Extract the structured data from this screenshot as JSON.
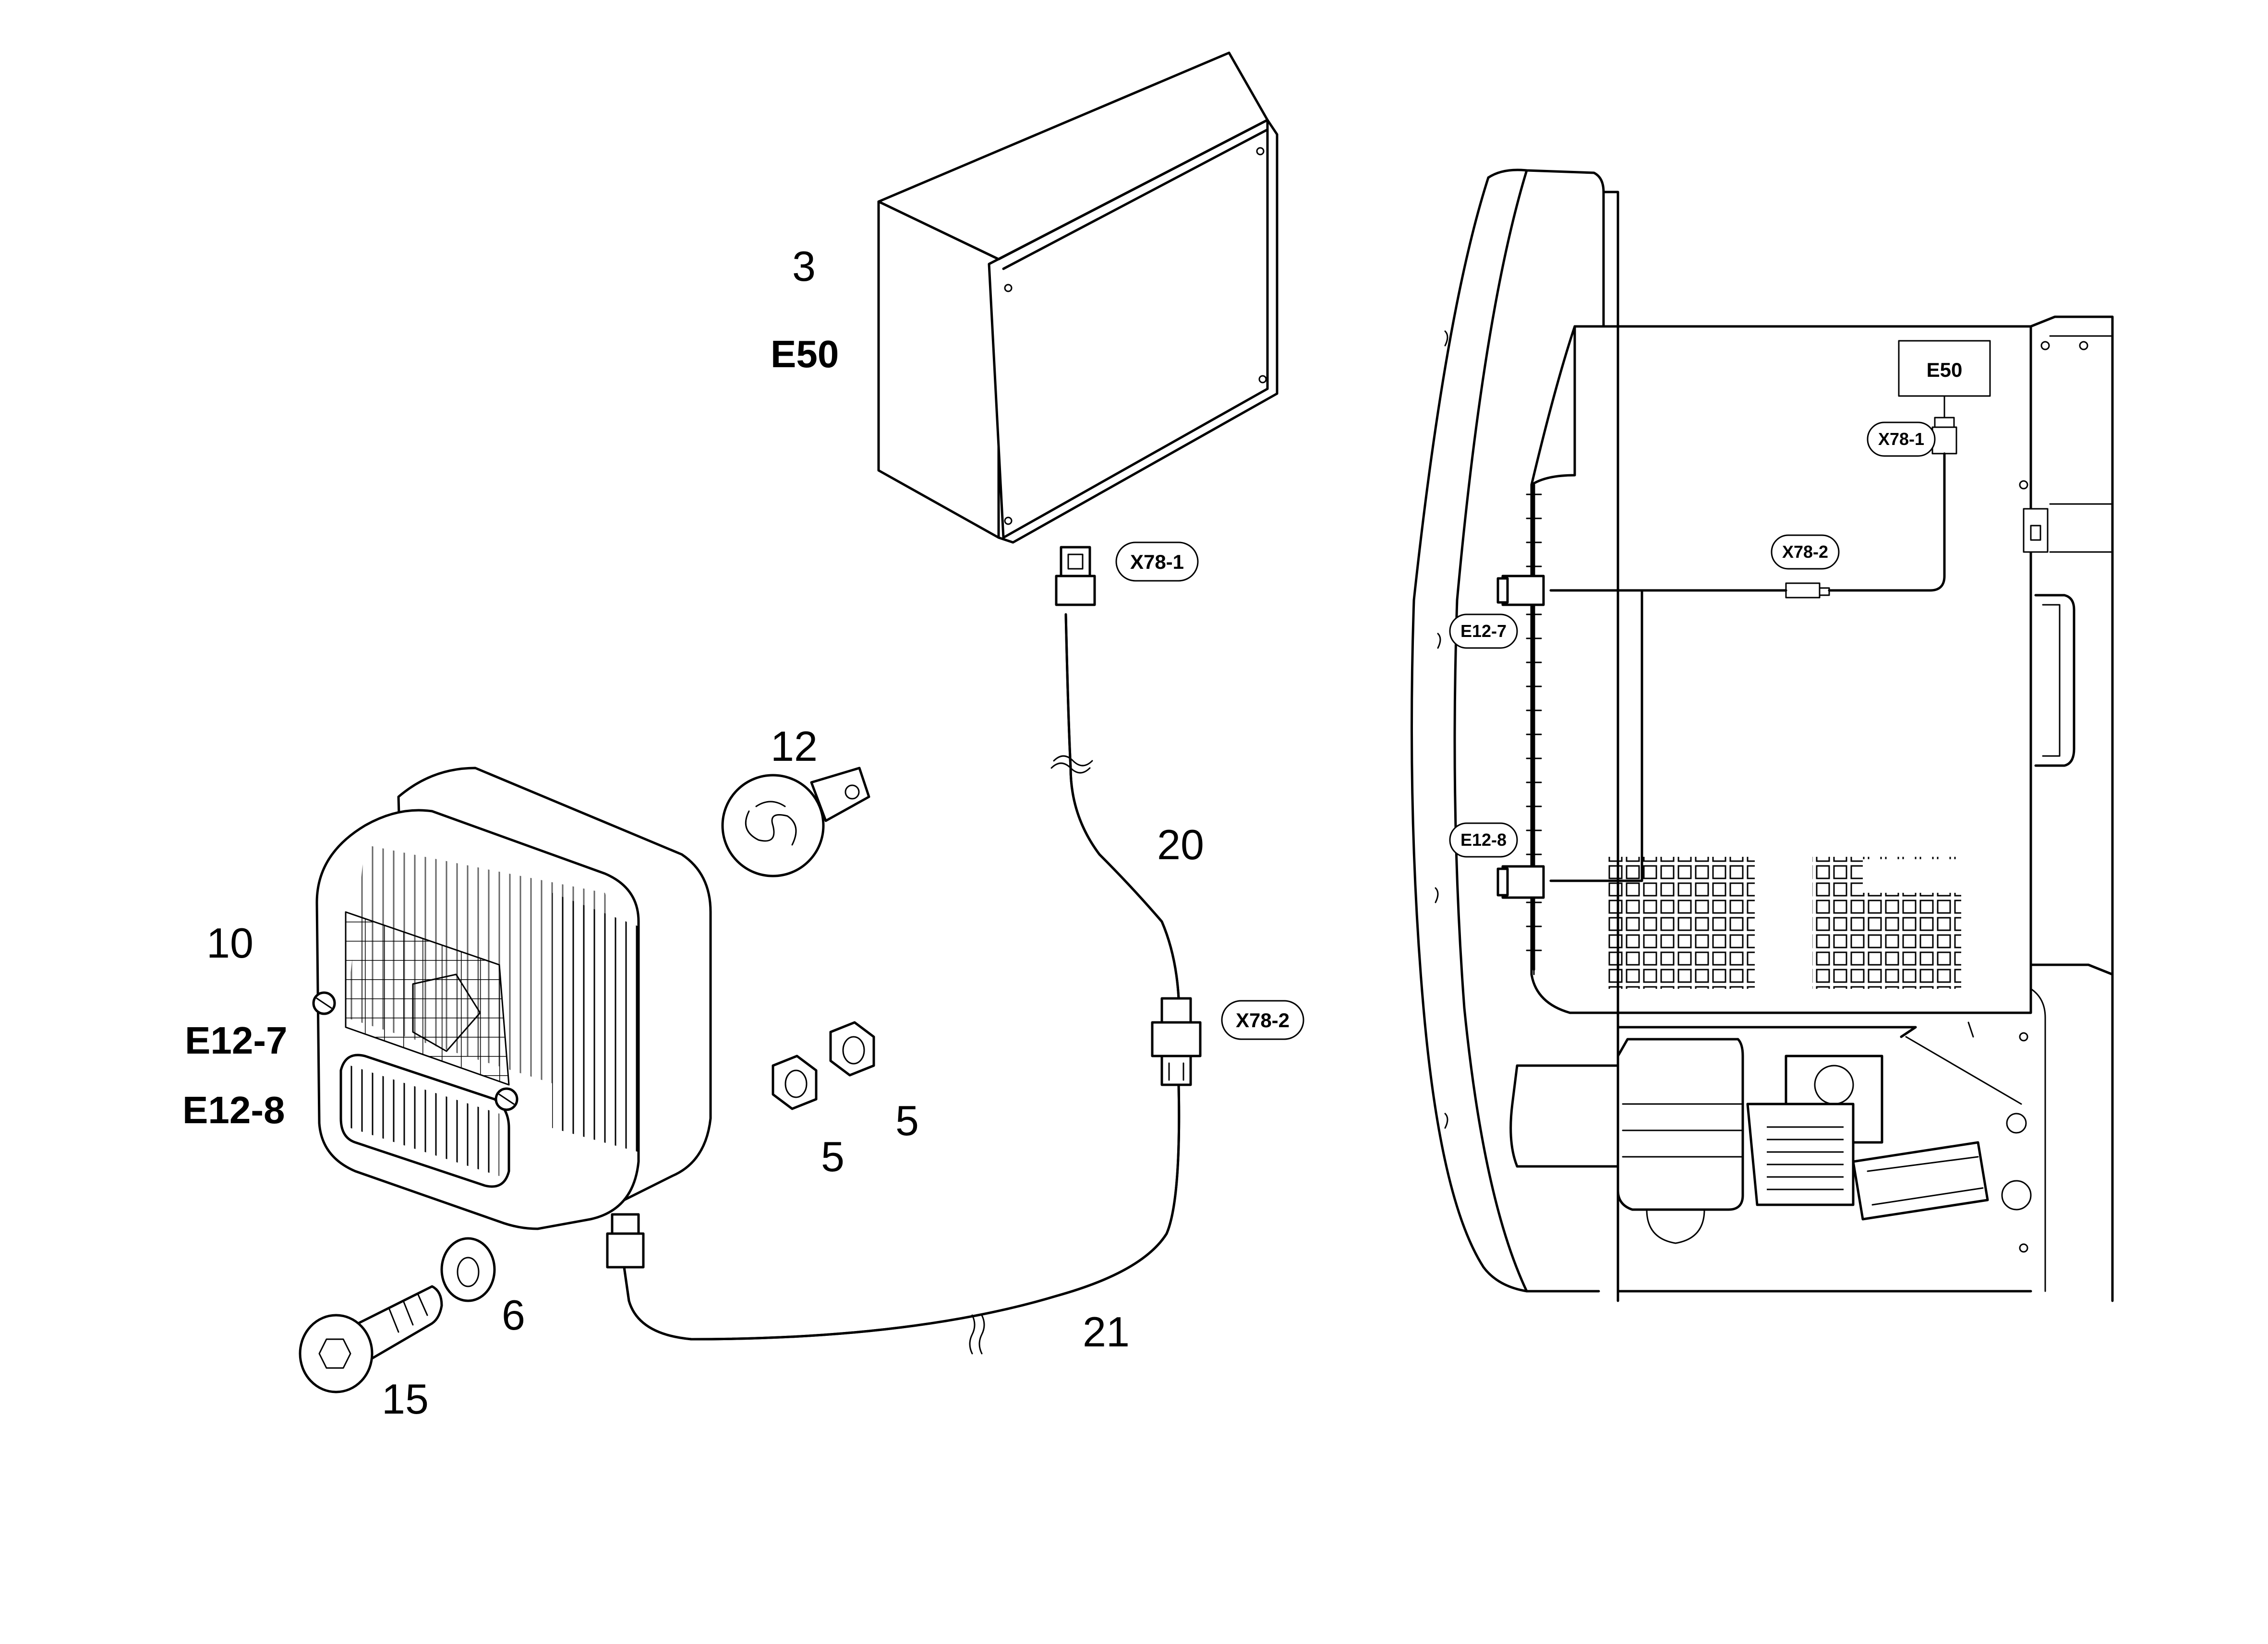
{
  "parts": {
    "control_box": {
      "number": "3",
      "ref": "E50"
    },
    "lamp": {
      "number": "10",
      "ref1": "E12-7",
      "ref2": "E12-8"
    },
    "bulb": {
      "number": "12"
    },
    "nut_a": {
      "number": "5"
    },
    "nut_b": {
      "number": "5"
    },
    "washer": {
      "number": "6"
    },
    "bolt": {
      "number": "15"
    },
    "cable_upper": {
      "number": "20"
    },
    "cable_lower": {
      "number": "21"
    }
  },
  "connectors": {
    "x78_1": "X78-1",
    "x78_2": "X78-2"
  },
  "vehicle_view": {
    "box_label": "E50",
    "conn_1": "X78-1",
    "conn_2": "X78-2",
    "lamp_upper": "E12-7",
    "lamp_lower": "E12-8"
  }
}
